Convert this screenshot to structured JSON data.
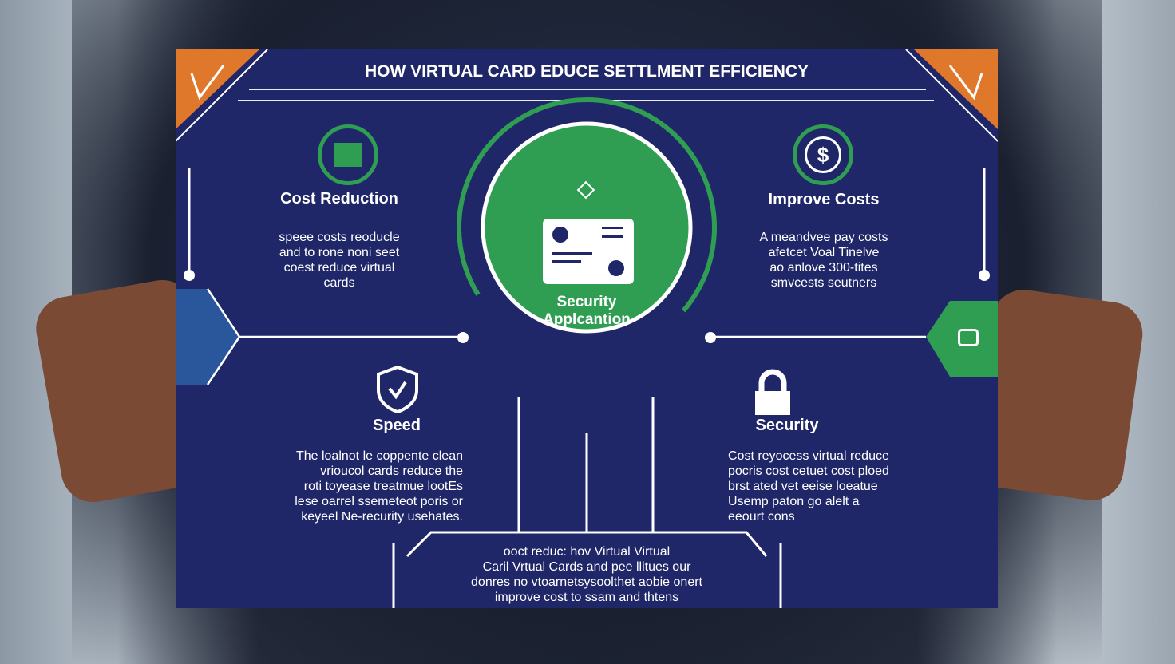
{
  "title": "HOW VIRTUAL CARD EDUCE SETTLMENT EFFICIENCY",
  "center": {
    "label_line1": "Security",
    "label_line2": "Applcantion"
  },
  "sections": [
    {
      "heading": "Cost Reduction",
      "icon": "building-icon",
      "body": [
        "speee costs reoducle",
        "and to rone noni seet",
        "coest reduce virtual",
        "cards"
      ]
    },
    {
      "heading": "Improve Costs",
      "icon": "dollar-icon",
      "body": [
        "A meandvee pay costs",
        "afetcet Voal Tinelve",
        "ao anlove 300-tites",
        "smvcests seutners"
      ]
    },
    {
      "heading": "Speed",
      "icon": "shield-check-icon",
      "body": [
        "The  loalnot le coppente clean",
        "vrioucol cards reduce the",
        "roti toyease treatmue lootEs",
        "lese oarrel ssemeteot poris or",
        "keyeel Ne-recurity usehates."
      ]
    },
    {
      "heading": "Security",
      "icon": "lock-icon",
      "body": [
        "Cost reyocess virtual reduce",
        "pocris cost cetuet cost ploed",
        "brst ated vet eeise loeatue",
        "Usemp paton go alelt a",
        "eeourt cons"
      ]
    }
  ],
  "footer_text": [
    "ooct reduc: hov Virtual Virtual",
    "Caril Vrtual Cards and pee llitues  our",
    "donres no vtoarnetsysoolthet aobie onert",
    "improve cost to ssam and thtens"
  ],
  "colors": {
    "navy": "#1f2768",
    "green": "#2f9e52",
    "orange": "#e0782c"
  }
}
